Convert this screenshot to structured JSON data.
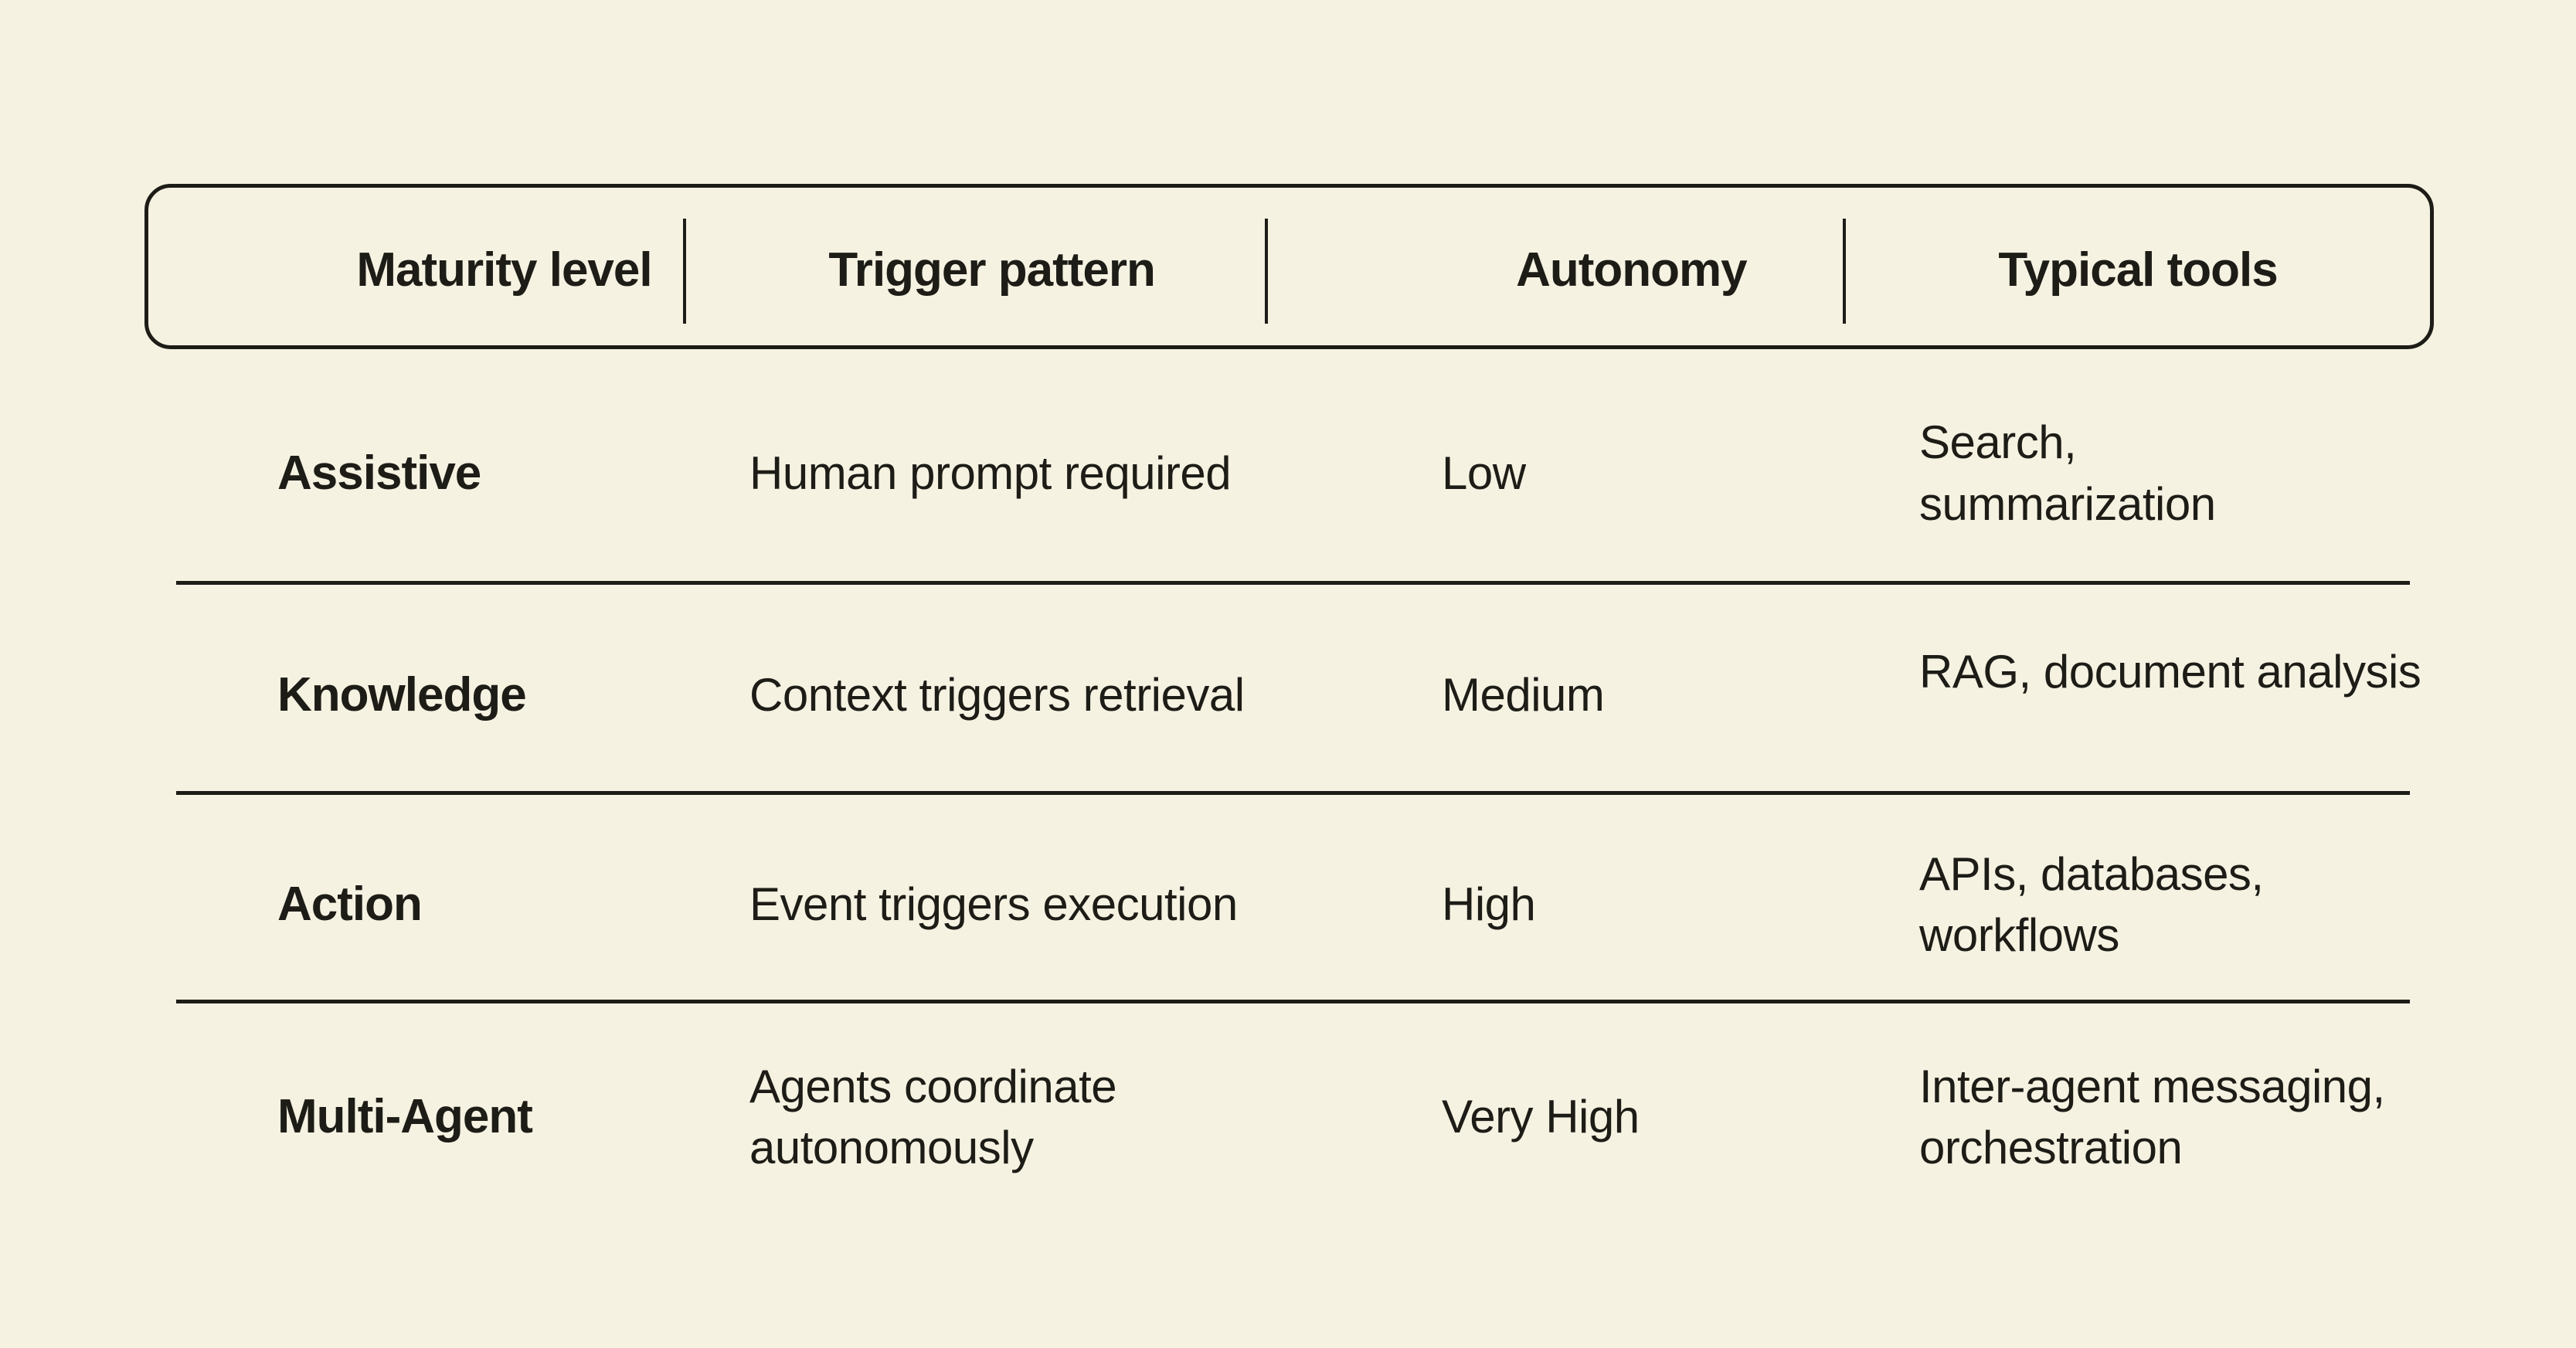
{
  "figure": {
    "background_color": "#F5F2E2",
    "ink_color": "#1D1C16"
  },
  "table": {
    "headers": [
      "Maturity level",
      "Trigger pattern",
      "Autonomy",
      "Typical tools"
    ],
    "rows": [
      {
        "maturity_level": "Assistive",
        "trigger_pattern": "Human prompt required",
        "autonomy": "Low",
        "typical_tools": "Search,\nsummarization"
      },
      {
        "maturity_level": "Knowledge",
        "trigger_pattern": "Context triggers retrieval",
        "autonomy": "Medium",
        "typical_tools": "RAG, document analysis"
      },
      {
        "maturity_level": "Action",
        "trigger_pattern": "Event triggers execution",
        "autonomy": "High",
        "typical_tools": "APIs, databases,\nworkflows"
      },
      {
        "maturity_level": "Multi-Agent",
        "trigger_pattern": "Agents coordinate\nautonomously",
        "autonomy": "Very High",
        "typical_tools": "Inter-agent messaging,\norchestration"
      }
    ]
  },
  "chart_data": {
    "type": "table",
    "title": "",
    "columns": [
      "Maturity level",
      "Trigger pattern",
      "Autonomy",
      "Typical tools"
    ],
    "rows": [
      [
        "Assistive",
        "Human prompt required",
        "Low",
        "Search, summarization"
      ],
      [
        "Knowledge",
        "Context triggers retrieval",
        "Medium",
        "RAG, document analysis"
      ],
      [
        "Action",
        "Event triggers execution",
        "High",
        "APIs, databases, workflows"
      ],
      [
        "Multi-Agent",
        "Agents coordinate autonomously",
        "Very High",
        "Inter-agent messaging, orchestration"
      ]
    ],
    "layout_hints": {
      "header_style": "rounded outlined pill with internal vertical dividers",
      "row_separators": "thin horizontal rules between body rows",
      "first_column_bold": true
    }
  }
}
